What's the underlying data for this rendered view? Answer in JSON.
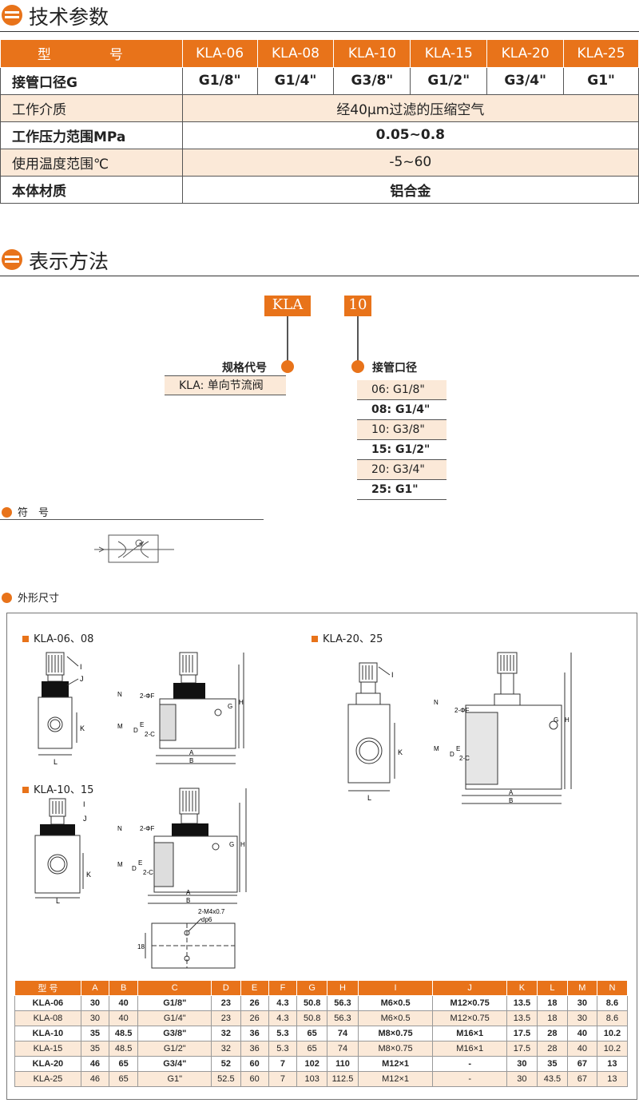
{
  "sections": {
    "tech_title": "技术参数",
    "notation_title": "表示方法",
    "symbol_title": "符　号",
    "dims_title": "外形尺寸"
  },
  "spec_table": {
    "header": [
      "型　号",
      "KLA-06",
      "KLA-08",
      "KLA-10",
      "KLA-15",
      "KLA-20",
      "KLA-25"
    ],
    "port_row": {
      "label": "接管口径G",
      "values": [
        "G1/8\"",
        "G1/4\"",
        "G3/8\"",
        "G1/2\"",
        "G3/4\"",
        "G1\""
      ]
    },
    "medium": {
      "label": "工作介质",
      "value": "经40μm过滤的压缩空气"
    },
    "pressure": {
      "label": "工作压力范围MPa",
      "value": "0.05~0.8"
    },
    "temperature": {
      "label": "使用温度范围℃",
      "value": "-5~60"
    },
    "material": {
      "label": "本体材质",
      "value": "铝合金"
    }
  },
  "notation": {
    "code_series": "KLA",
    "code_size": "10",
    "series_label": "规格代号",
    "series_option": "KLA: 单向节流阀",
    "size_label": "接管口径",
    "size_options": [
      "06: G1/8\"",
      "08: G1/4\"",
      "10: G3/8\"",
      "15: G1/2\"",
      "20: G3/4\"",
      "25: G1\""
    ]
  },
  "drawings": {
    "group_a": "KLA-06、08",
    "group_b": "KLA-20、25",
    "group_c": "KLA-10、15",
    "annot_2phiF": "2-ΦF",
    "annot_2c": "2-C",
    "annot_mount": "2-M4x0.7",
    "annot_depth": "dp6",
    "annot_18": "18",
    "letters": {
      "A": "A",
      "B": "B",
      "D": "D",
      "E": "E",
      "G": "G",
      "H": "H",
      "I": "I",
      "J": "J",
      "K": "K",
      "L": "L",
      "M": "M",
      "N": "N"
    }
  },
  "dim_table": {
    "header": [
      "型 号",
      "A",
      "B",
      "C",
      "D",
      "E",
      "F",
      "G",
      "H",
      "I",
      "J",
      "K",
      "L",
      "M",
      "N"
    ],
    "rows": [
      [
        "KLA-06",
        "30",
        "40",
        "G1/8\"",
        "23",
        "26",
        "4.3",
        "50.8",
        "56.3",
        "M6×0.5",
        "M12×0.75",
        "13.5",
        "18",
        "30",
        "8.6"
      ],
      [
        "KLA-08",
        "30",
        "40",
        "G1/4\"",
        "23",
        "26",
        "4.3",
        "50.8",
        "56.3",
        "M6×0.5",
        "M12×0.75",
        "13.5",
        "18",
        "30",
        "8.6"
      ],
      [
        "KLA-10",
        "35",
        "48.5",
        "G3/8\"",
        "32",
        "36",
        "5.3",
        "65",
        "74",
        "M8×0.75",
        "M16×1",
        "17.5",
        "28",
        "40",
        "10.2"
      ],
      [
        "KLA-15",
        "35",
        "48.5",
        "G1/2\"",
        "32",
        "36",
        "5.3",
        "65",
        "74",
        "M8×0.75",
        "M16×1",
        "17.5",
        "28",
        "40",
        "10.2"
      ],
      [
        "KLA-20",
        "46",
        "65",
        "G3/4\"",
        "52",
        "60",
        "7",
        "102",
        "110",
        "M12×1",
        "-",
        "30",
        "35",
        "67",
        "13"
      ],
      [
        "KLA-25",
        "46",
        "65",
        "G1\"",
        "52.5",
        "60",
        "7",
        "103",
        "112.5",
        "M12×1",
        "-",
        "30",
        "43.5",
        "67",
        "13"
      ]
    ]
  }
}
